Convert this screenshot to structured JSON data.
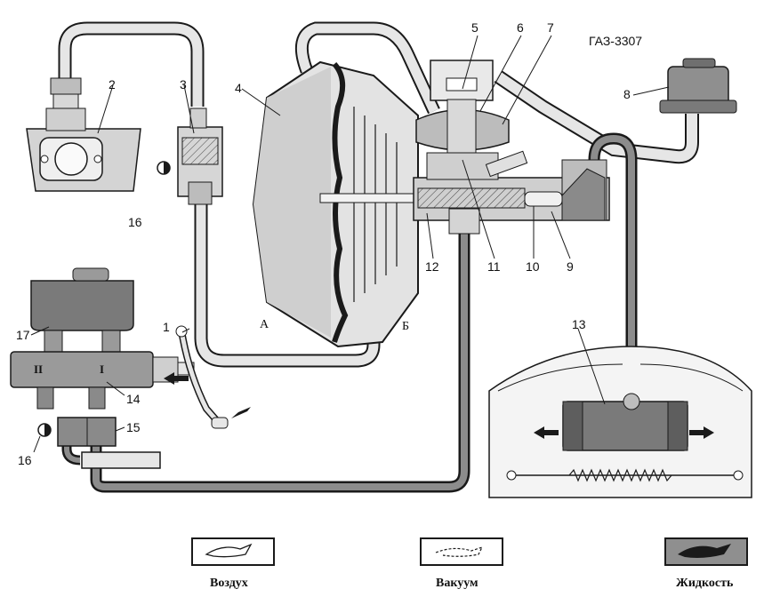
{
  "title": "ГАЗ-3307",
  "part_numbers": [
    "1",
    "2",
    "3",
    "4",
    "5",
    "6",
    "7",
    "8",
    "9",
    "10",
    "11",
    "12",
    "13",
    "14",
    "15",
    "16",
    "17"
  ],
  "chamber_labels": {
    "a": "А",
    "b": "Б"
  },
  "circuit_labels": {
    "one": "I",
    "two": "II"
  },
  "legend": {
    "air": "Воздух",
    "vacuum": "Вакуум",
    "liquid": "Жидкость"
  },
  "colors": {
    "line": "#1a1a1a",
    "fill_light": "#d9d9d9",
    "fill_mid": "#a9a9a9",
    "fill_dark": "#6f6f6f"
  }
}
